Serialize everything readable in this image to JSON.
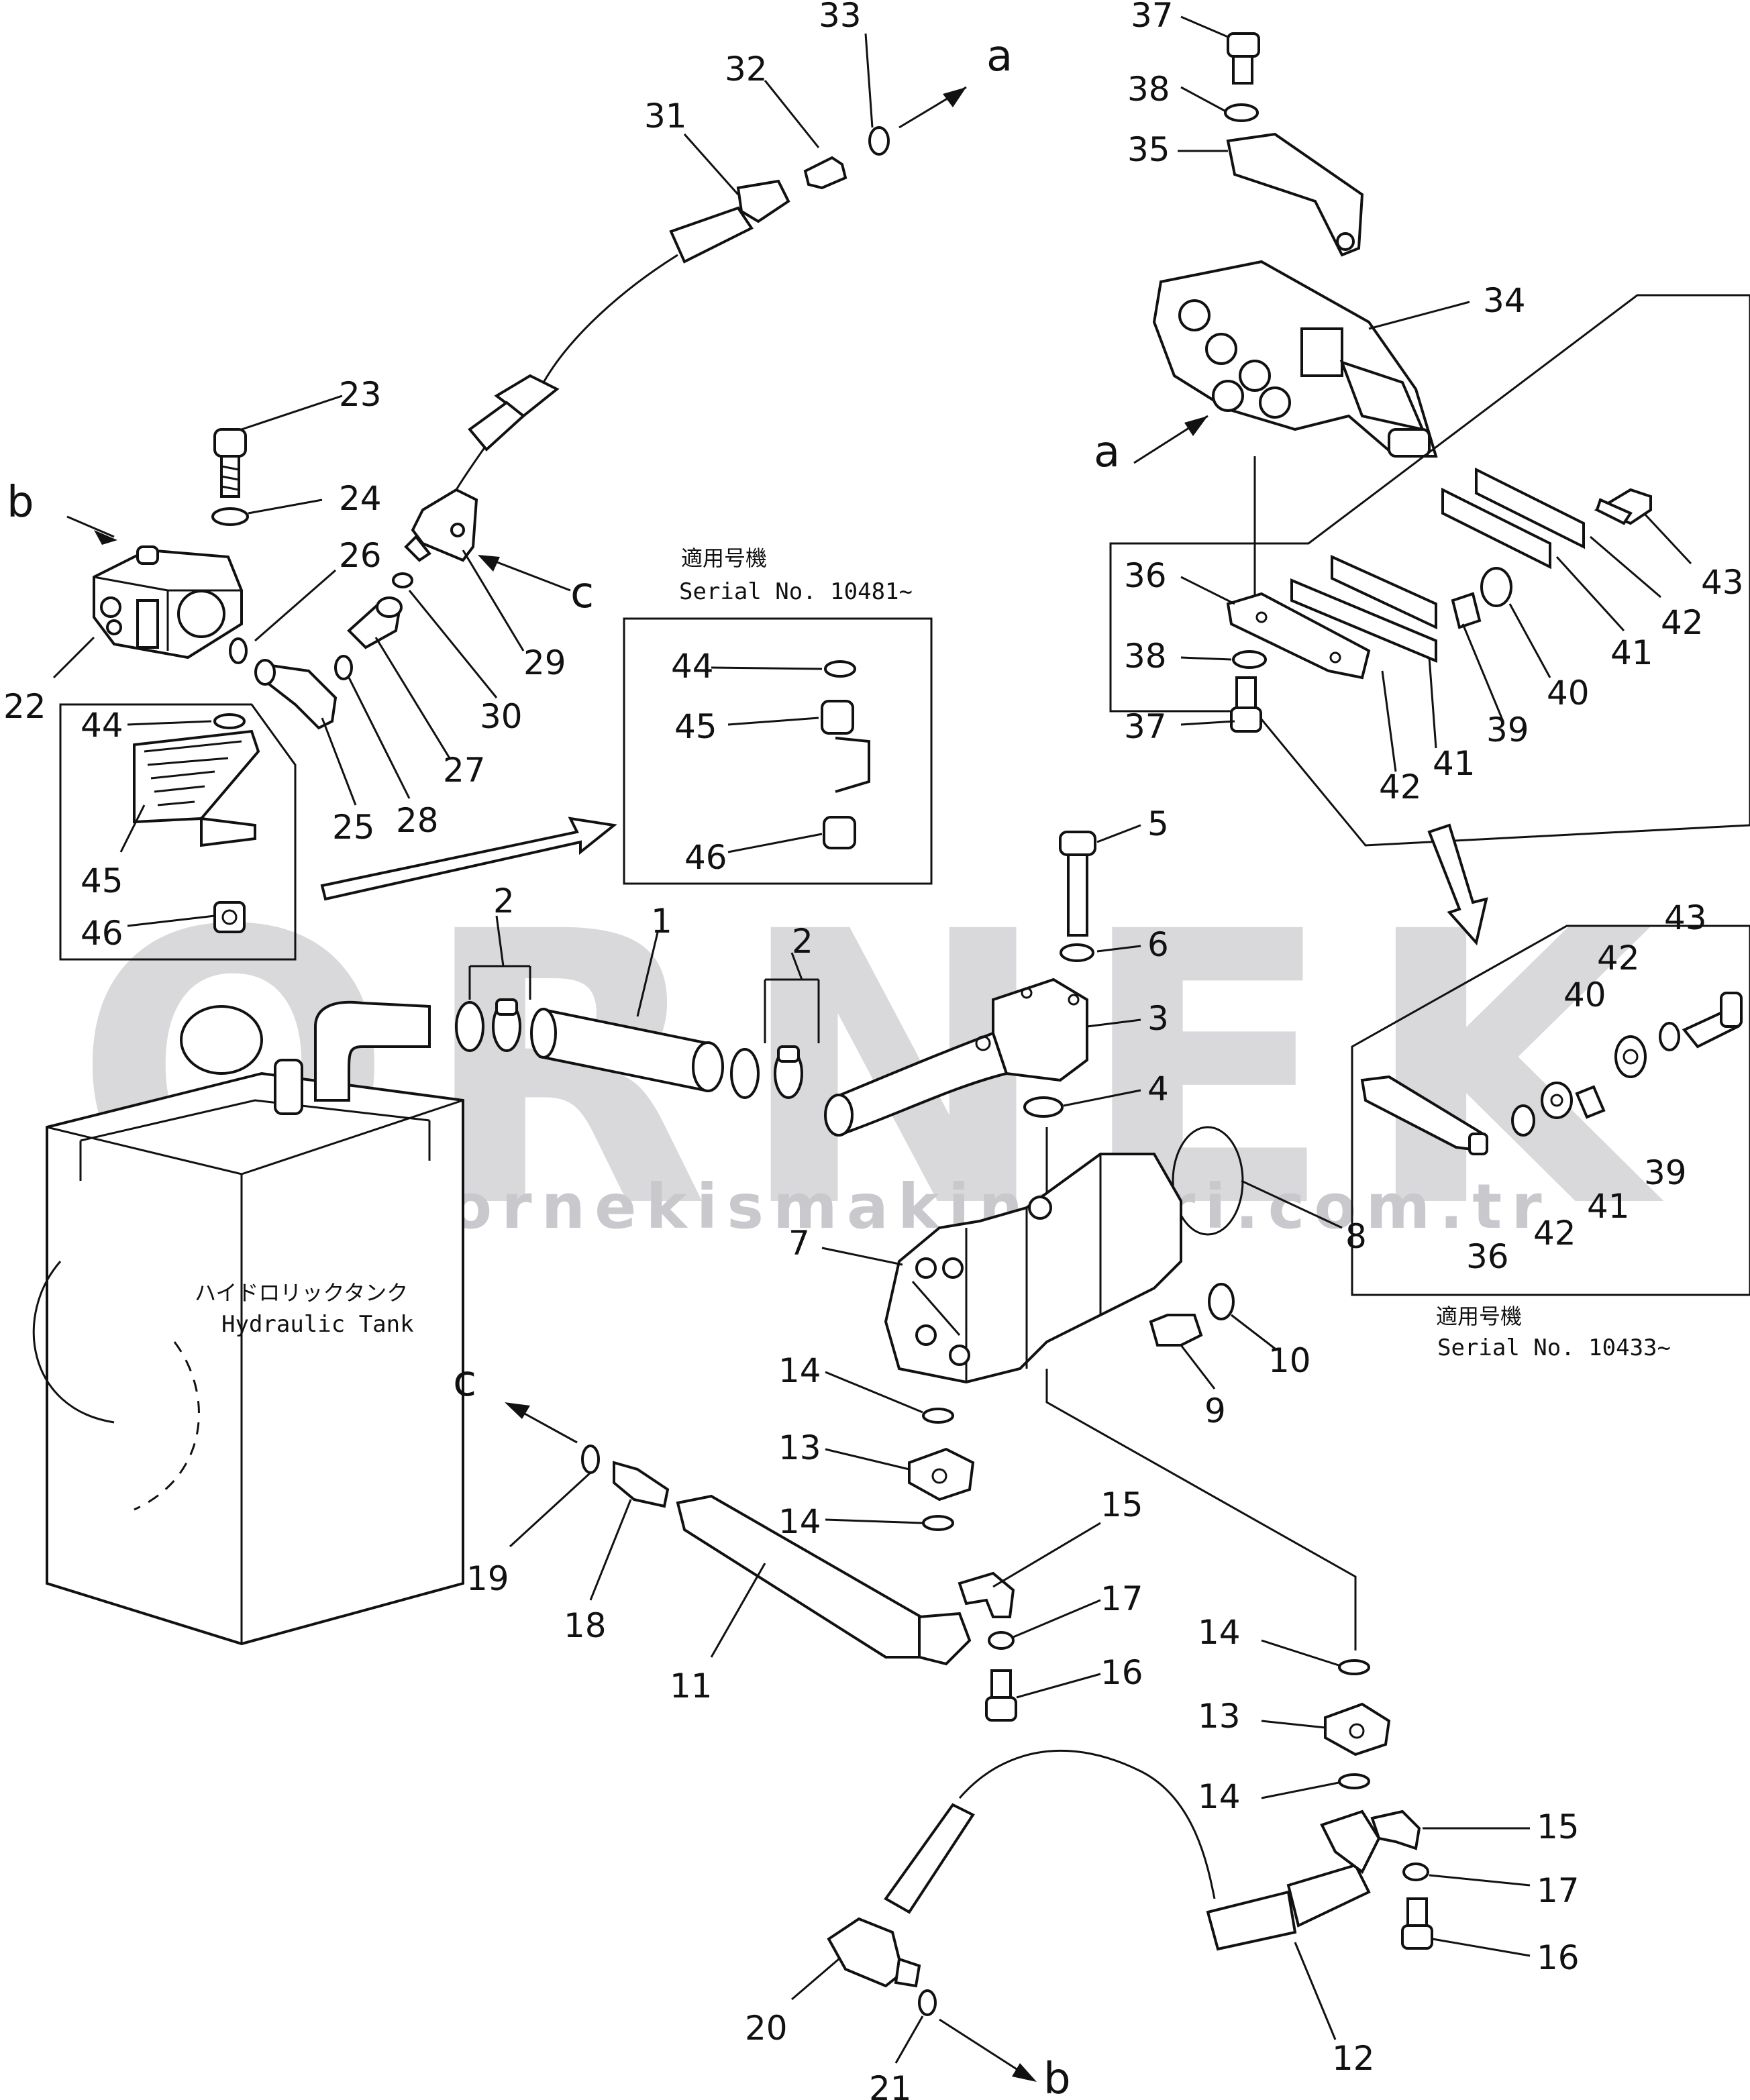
{
  "watermark": {
    "brand": "ORNEK",
    "url": "www.ornekismakinalari.com.tr"
  },
  "inset_serial_10481": {
    "jp_label": "適用号機",
    "serial": "Serial No. 10481~"
  },
  "inset_serial_10433": {
    "jp_label": "適用号機",
    "serial": "Serial No. 10433~"
  },
  "tank": {
    "jp_label": "ハイドロリックタンク",
    "en_label": "Hydraulic Tank"
  },
  "letters": {
    "a": "a",
    "b": "b",
    "c": "c"
  },
  "callouts": {
    "n1": "1",
    "n2": "2",
    "n3": "3",
    "n4": "4",
    "n5": "5",
    "n6": "6",
    "n7": "7",
    "n8": "8",
    "n9": "9",
    "n10": "10",
    "n11": "11",
    "n12": "12",
    "n13": "13",
    "n14": "14",
    "n15": "15",
    "n16": "16",
    "n17": "17",
    "n18": "18",
    "n19": "19",
    "n20": "20",
    "n21": "21",
    "n22": "22",
    "n23": "23",
    "n24": "24",
    "n25": "25",
    "n26": "26",
    "n27": "27",
    "n28": "28",
    "n29": "29",
    "n30": "30",
    "n31": "31",
    "n32": "32",
    "n33": "33",
    "n34": "34",
    "n35": "35",
    "n36": "36",
    "n37": "37",
    "n38": "38",
    "n39": "39",
    "n40": "40",
    "n41": "41",
    "n42": "42",
    "n43": "43",
    "n44": "44",
    "n45": "45",
    "n46": "46"
  }
}
